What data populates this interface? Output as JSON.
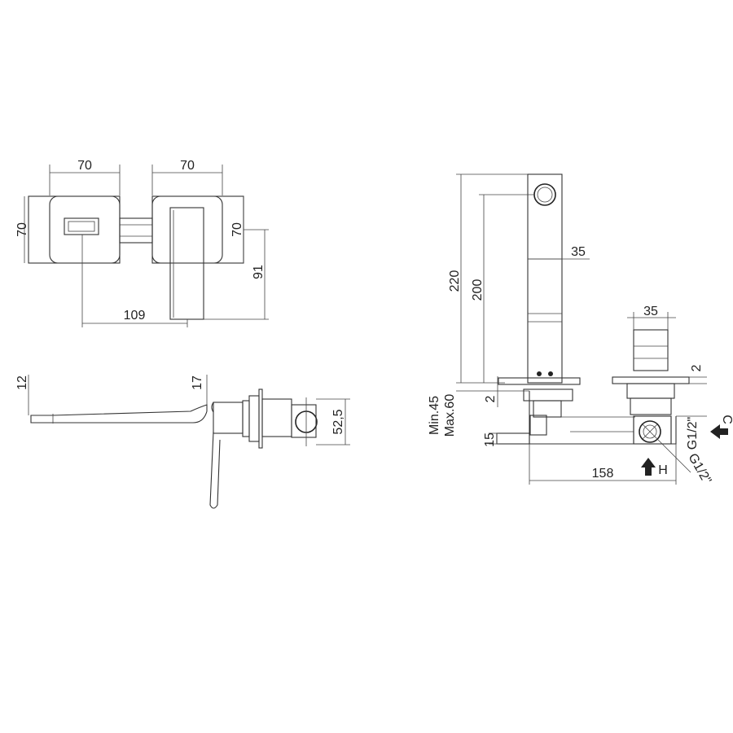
{
  "top_view": {
    "width_left": "70",
    "width_right": "70",
    "height_left": "70",
    "height_right": "70",
    "lever_length": "91",
    "center_distance": "109"
  },
  "side_view": {
    "spout_thickness": "12",
    "body_thickness": "17",
    "box_height": "52,5"
  },
  "install_view": {
    "total_height": "220",
    "spout_height": "200",
    "spout_width": "35",
    "cartridge_width": "35",
    "plate_right": "2",
    "plate_left": "2",
    "wall_depth": "Min.45\nMax.60",
    "wall_depth_min": "Min.45",
    "wall_depth_max": "Max.60",
    "pipe_offset": "15",
    "body_length": "158",
    "thread_top": "G1/2\"",
    "thread_bottom": "G1/2\"",
    "cold_label": "C",
    "hot_label": "H"
  }
}
